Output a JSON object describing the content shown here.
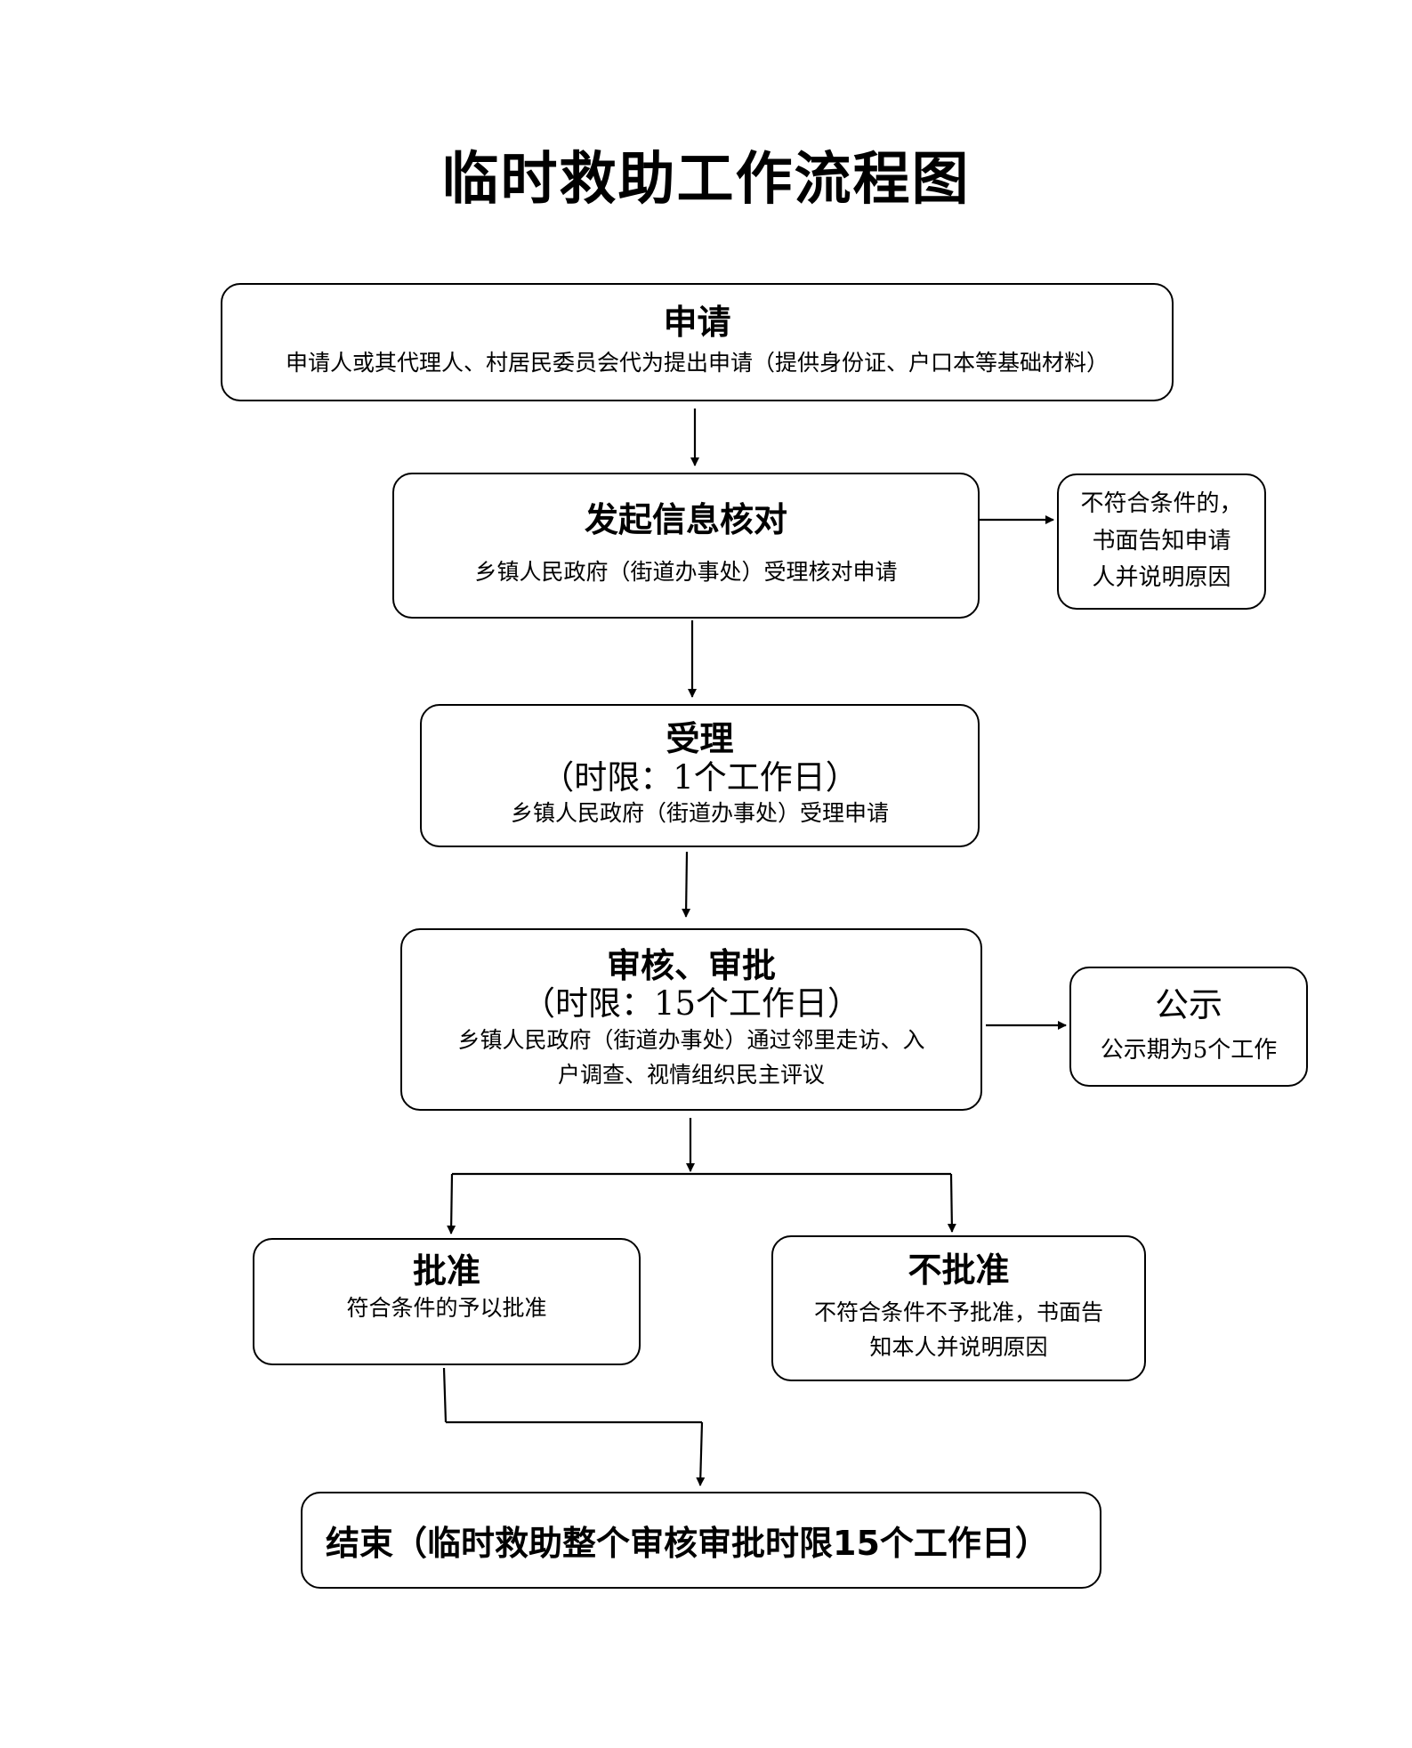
{
  "title": "临时救助工作流程图",
  "apply": {
    "heading": "申请",
    "description": "申请人或其代理人、村居民委员会代为提出申请（提供身份证、户口本等基础材料）"
  },
  "verify": {
    "heading": "发起信息核对",
    "description": "乡镇人民政府（街道办事处）受理核对申请"
  },
  "reject_notice": {
    "lines": [
      "不符合条件的，",
      "书面告知申请",
      "人并说明原因"
    ]
  },
  "accept": {
    "heading": "受理",
    "limit": "（时限：1个工作日）",
    "description": "乡镇人民政府（街道办事处）受理申请"
  },
  "review": {
    "heading": "审核、审批",
    "limit": "（时限：15个工作日）",
    "description_lines": [
      "乡镇人民政府（街道办事处）通过邻里走访、入",
      "户调查、视情组织民主评议"
    ]
  },
  "publicity": {
    "heading": "公示",
    "description": "公示期为5个工作"
  },
  "approve": {
    "heading": "批准",
    "description": "符合条件的予以批准"
  },
  "deny": {
    "heading": "不批准",
    "description_lines": [
      "不符合条件不予批准，书面告",
      "知本人并说明原因"
    ]
  },
  "end": {
    "label": "结束（临时救助整个审核审批时限15个工作日）"
  }
}
